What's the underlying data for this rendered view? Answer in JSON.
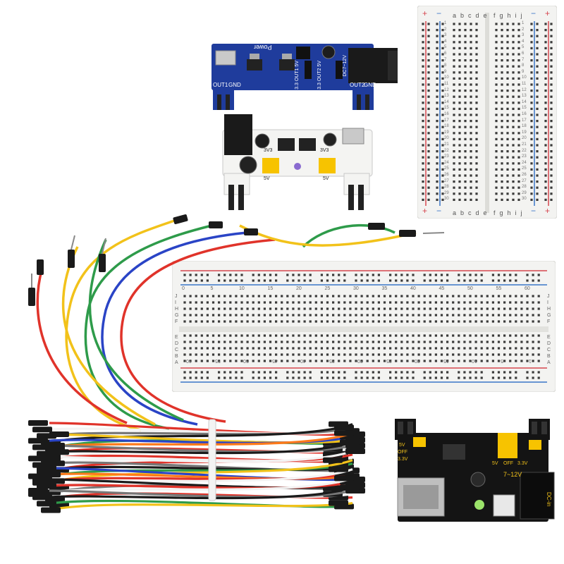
{
  "colors": {
    "background": "#ffffff",
    "breadboard_body": "#f3f3f1",
    "breadboard_rail_red": "#d6474f",
    "breadboard_rail_blue": "#3b76c8",
    "blue_pcb": "#1f3c9c",
    "white_pcb": "#f4f4f2",
    "black_pcb": "#141414",
    "jumper_yellow": "#f2c21a",
    "header_yellow": "#f7c300"
  },
  "small_breadboard": {
    "col_letters_left": [
      "a",
      "b",
      "c",
      "d",
      "e"
    ],
    "col_letters_right": [
      "f",
      "g",
      "h",
      "i",
      "j"
    ],
    "row_numbers": [
      "1",
      "2",
      "3",
      "4",
      "5",
      "6",
      "7",
      "8",
      "9",
      "10",
      "11",
      "12",
      "13",
      "14",
      "15",
      "16",
      "17",
      "18",
      "19",
      "20",
      "21",
      "22",
      "23",
      "24",
      "25",
      "26",
      "27",
      "28",
      "29",
      "30"
    ],
    "plus": "+",
    "minus": "−"
  },
  "large_breadboard": {
    "top_numbers": [
      "0",
      "5",
      "10",
      "15",
      "20",
      "25",
      "30",
      "35",
      "40",
      "45",
      "50",
      "55",
      "60"
    ],
    "bottom_numbers": [
      "60",
      "55",
      "50",
      "45",
      "40",
      "35",
      "30",
      "25",
      "20",
      "15",
      "10",
      "5",
      "1"
    ],
    "row_letters_top": [
      "J",
      "I",
      "H",
      "G",
      "F"
    ],
    "row_letters_bottom": [
      "E",
      "D",
      "C",
      "B",
      "A"
    ]
  },
  "blue_module": {
    "label_power": "Power",
    "label_out1": "OUT1",
    "label_gnd_left": "GND",
    "label_out2": "OUT2",
    "label_gnd_right": "GND",
    "label_v1": "3.3 OUT1 5V",
    "label_v2": "3.3 OUT2 5V",
    "label_dc": "DC7~12V"
  },
  "white_module": {
    "label_3v3_left": "3V3",
    "label_5v_left": "5V",
    "label_3v3_right": "3V3",
    "label_5v_right": "5V"
  },
  "black_module": {
    "label_5v_left": "5V",
    "label_off_left": "OFF",
    "label_3v3_left": "3.3V",
    "label_5v_right": "5V",
    "label_off_right": "OFF",
    "label_3v3_right": "3.3V",
    "label_input": "7~12V",
    "label_dcin": "DC-in"
  }
}
